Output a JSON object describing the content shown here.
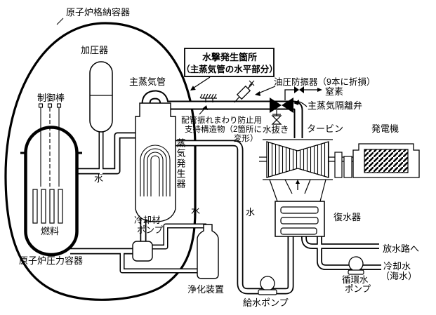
{
  "diagram": {
    "type": "pwr-plant-schematic",
    "labels": {
      "containment": "原子炉格納容器",
      "pressurizer": "加圧器",
      "control_rods": "制御棒",
      "fuel": "燃料",
      "reactor_vessel": "原子炉圧力容器",
      "water_hot_leg": "水",
      "water_purifier": "水",
      "water_feed": "水",
      "coolant_pump_l1": "冷却材",
      "coolant_pump_l2": "ポンプ",
      "steam_generator": "蒸気発生器",
      "main_steam_pipe": "主蒸気管",
      "purifier": "浄化装置",
      "feed_pump": "給水ポンプ",
      "water_hammer_box_l1": "水撃発生箇所",
      "water_hammer_box_l2": "（主蒸気管の水平部分）",
      "pipe_support_l1": "配管振れまわり防止用",
      "pipe_support_l2": "支持構造物（2箇所に",
      "pipe_support_l3": "変形）",
      "hydraulic_damper": "油圧防振器（9本に折損）",
      "nitrogen": "窒素",
      "msiv": "主蒸気隔離弁",
      "drain": "水抜き",
      "turbine": "タービン",
      "generator": "発電機",
      "condenser": "復水器",
      "discharge": "放水路へ",
      "cooling_water_l1": "冷却水",
      "cooling_water_l2": "（海水）",
      "circ_pump_l1": "循環水",
      "circ_pump_l2": "ポンプ"
    },
    "colors": {
      "line": "#000000",
      "background": "#ffffff"
    }
  }
}
